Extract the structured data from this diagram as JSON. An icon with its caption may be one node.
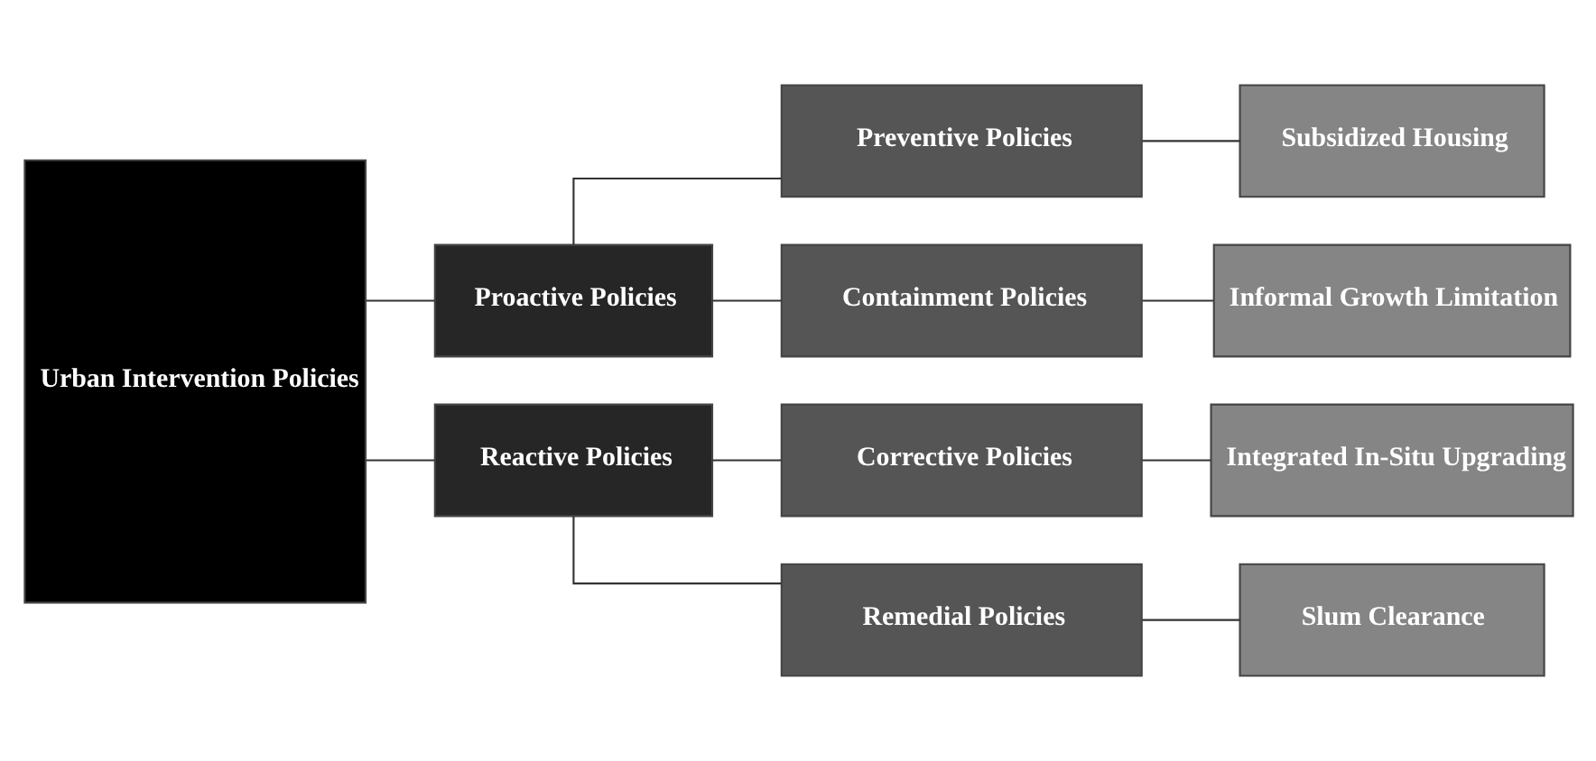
{
  "diagram": {
    "nodes": [
      {
        "text": [
          "Urban Intervention Policies"
        ]
      },
      {
        "text": [
          "Proactive Policies"
        ]
      },
      {
        "text": [
          "Reactive Policies"
        ]
      },
      {
        "text": [
          "Preventive Policies"
        ]
      },
      {
        "text": [
          "Containment Policies"
        ]
      },
      {
        "text": [
          "Corrective Policies"
        ]
      },
      {
        "text": [
          "Remedial Policies"
        ]
      },
      {
        "text": [
          "Subsidized Housing"
        ]
      },
      {
        "text": [
          "Informal Growth Limitation"
        ]
      },
      {
        "text": [
          "Integrated In-Situ Upgrading"
        ]
      },
      {
        "text": [
          "Slum Clearance"
        ]
      }
    ],
    "edges": [
      {
        "from": 0,
        "to": 1,
        "arrow": "none"
      },
      {
        "from": 0,
        "to": 2,
        "arrow": "none"
      },
      {
        "from": 1,
        "to": 3,
        "arrow": "none"
      },
      {
        "from": 1,
        "to": 4,
        "arrow": "none"
      },
      {
        "from": 2,
        "to": 5,
        "arrow": "none"
      },
      {
        "from": 2,
        "to": 6,
        "arrow": "none"
      },
      {
        "from": 3,
        "to": 7,
        "arrow": "none"
      },
      {
        "from": 4,
        "to": 8,
        "arrow": "none"
      },
      {
        "from": 5,
        "to": 9,
        "arrow": "none"
      },
      {
        "from": 6,
        "to": 10,
        "arrow": "none"
      }
    ]
  }
}
